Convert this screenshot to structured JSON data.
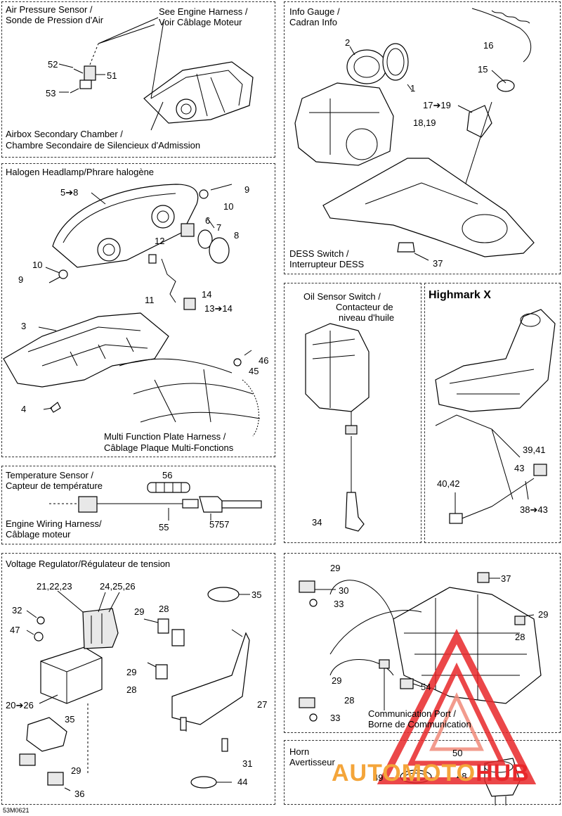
{
  "panels": {
    "air_pressure": {
      "title_en": "Air Pressure Sensor /",
      "title_fr": "Sonde de Pression d'Air",
      "harness_en": "See Engine Harness /",
      "harness_fr": "Voir Câblage Moteur",
      "airbox_en": "Airbox Secondary Chamber /",
      "airbox_fr": "Chambre Secondaire de Silencieux d'Admission",
      "parts": [
        "52",
        "51",
        "53"
      ]
    },
    "info_gauge": {
      "title_en": "Info Gauge /",
      "title_fr": "Cadran Info",
      "dess_en": "DESS Switch /",
      "dess_fr": "Interrupteur DESS",
      "parts": [
        "2",
        "1",
        "16",
        "15",
        "17➔19",
        "18,19",
        "37"
      ]
    },
    "headlamp": {
      "title": "Halogen Headlamp/Phrare halogène",
      "mfp_en": "Multi Function Plate Harness /",
      "mfp_fr": "Câblage Plaque Multi-Fonctions",
      "parts": [
        "5➔8",
        "9",
        "10",
        "6",
        "7",
        "8",
        "12",
        "10",
        "9",
        "11",
        "14",
        "13➔14",
        "3",
        "46",
        "45",
        "4"
      ]
    },
    "oil_sensor": {
      "title_en": "Oil Sensor Switch /",
      "title_fr1": "Contacteur de",
      "title_fr2": "niveau d'huile",
      "parts": [
        "34"
      ]
    },
    "highmark": {
      "title": "Highmark X",
      "parts": [
        "39,41",
        "43",
        "40,42",
        "38➔43"
      ]
    },
    "temperature": {
      "title_en": "Temperature Sensor /",
      "title_fr": "Capteur de température",
      "harness_en": "Engine Wiring Harness/",
      "harness_fr": "Câblage moteur",
      "parts": [
        "56",
        "55",
        "57"
      ]
    },
    "voltage": {
      "title": "Voltage Regulator/Régulateur de tension",
      "parts": [
        "21,22,23",
        "24,25,26",
        "35",
        "32",
        "47",
        "29",
        "28",
        "29",
        "28",
        "27",
        "20➔26",
        "35",
        "29",
        "31",
        "36",
        "44"
      ]
    },
    "communication": {
      "label_en": "Communication Port /",
      "label_fr": "Borne de Communication",
      "parts": [
        "29",
        "30",
        "33",
        "37",
        "29",
        "28",
        "54",
        "29",
        "28",
        "33"
      ]
    },
    "horn": {
      "title_en": "Horn",
      "title_fr": "Avertisseur",
      "parts": [
        "50",
        "49",
        "48"
      ]
    }
  },
  "footer": {
    "code": "53M0621"
  },
  "watermark": {
    "text_a": "AUTO",
    "text_b": "MOTO",
    "text_c": "HUB",
    "color": "#e8272a",
    "color_light": "#f4a53a"
  }
}
